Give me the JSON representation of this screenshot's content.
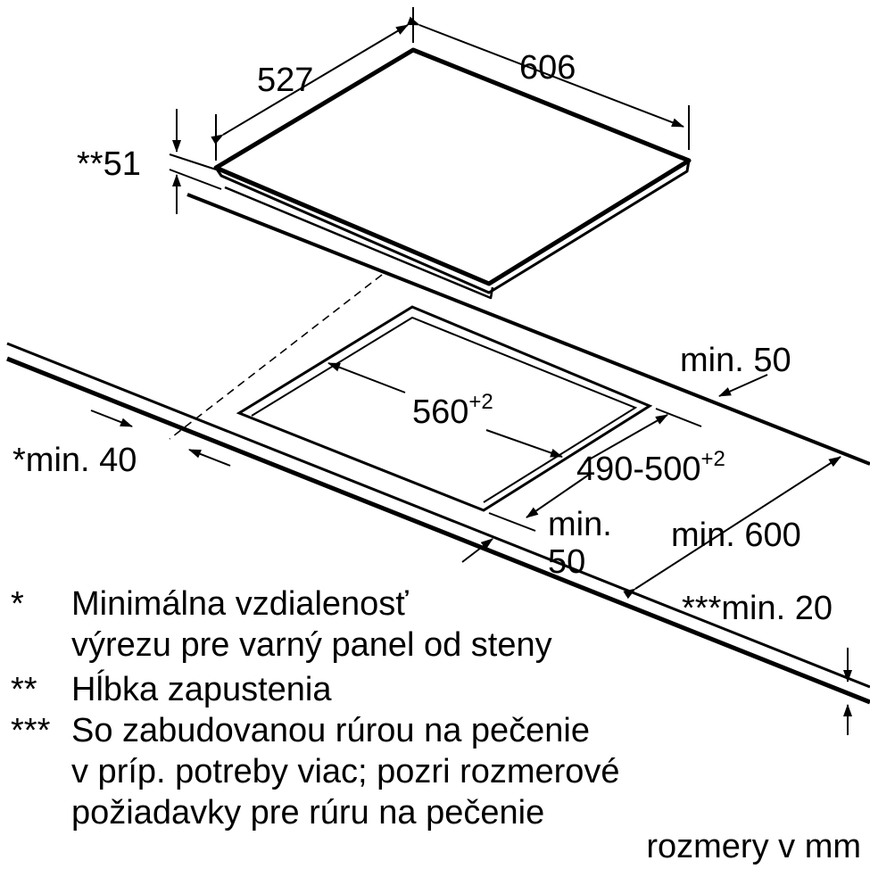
{
  "dimensions": {
    "hob_depth": "527",
    "hob_width": "606",
    "installation_depth": "**51",
    "cutout_width": "560",
    "cutout_width_tolerance": "+2",
    "cutout_depth": "490-500",
    "cutout_depth_tolerance": "+2",
    "rear_clearance": "min. 50",
    "side_clearance": "*min. 40",
    "front_clearance_line1": "min.",
    "front_clearance_line2": "50",
    "worktop_depth": "min. 600",
    "worktop_thickness": "***min. 20"
  },
  "notes": [
    {
      "mark": "*",
      "lines": [
        "Minimálna vzdialenosť",
        "výrezu pre varný panel od steny"
      ]
    },
    {
      "mark": "**",
      "lines": [
        "Hĺbka zapustenia"
      ]
    },
    {
      "mark": "***",
      "lines": [
        "So zabudovanou rúrou na pečenie",
        "v príp. potreby viac; pozri rozmerové",
        "požiadavky pre rúru na pečenie"
      ]
    }
  ],
  "units_note": "rozmery v mm"
}
